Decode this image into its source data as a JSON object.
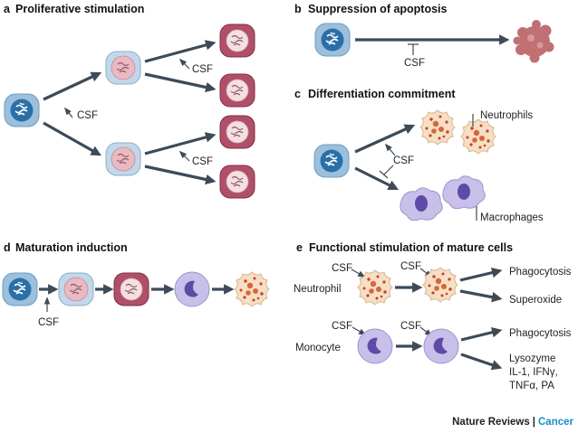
{
  "panels": {
    "a": {
      "letter": "a",
      "title": "Proliferative stimulation",
      "csf1": "CSF",
      "csf2": "CSF",
      "csf3": "CSF"
    },
    "b": {
      "letter": "b",
      "title": "Suppression of apoptosis",
      "csf": "CSF"
    },
    "c": {
      "letter": "c",
      "title": "Differentiation commitment",
      "csf": "CSF",
      "neutrophils": "Neutrophils",
      "macrophages": "Macrophages"
    },
    "d": {
      "letter": "d",
      "title": "Maturation induction",
      "csf": "CSF"
    },
    "e": {
      "letter": "e",
      "title": "Functional stimulation of mature cells",
      "csf_n1": "CSF",
      "csf_n2": "CSF",
      "neutrophil": "Neutrophil",
      "phagocytosis_1": "Phagocytosis",
      "superoxide": "Superoxide",
      "csf_m1": "CSF",
      "csf_m2": "CSF",
      "monocyte": "Monocyte",
      "phagocytosis_2": "Phagocytosis",
      "lysozyme": "Lysozyme",
      "il1_ifn": "IL-1, IFNγ,",
      "tnf_pa": "TNFα, PA"
    }
  },
  "credit": {
    "journal": "Nature Reviews",
    "separator": "|",
    "section": "Cancer"
  },
  "colors": {
    "stem_outer": "#9cc0dc",
    "stem_inner": "#2a6fa8",
    "progenitor_outer": "#c2d8ea",
    "progenitor_inner": "#eab9c2",
    "committed_outer": "#b05068",
    "committed_inner": "#f4dfe3",
    "monocyte_outer": "#c8c0e8",
    "monocyte_nucleus": "#5d4ba8",
    "neutrophil": "#f6dfc4",
    "granule": "#c8402a",
    "apoptotic": "#c07072",
    "arrow": "#3d4a57",
    "credit_accent": "#1a8fc7"
  }
}
